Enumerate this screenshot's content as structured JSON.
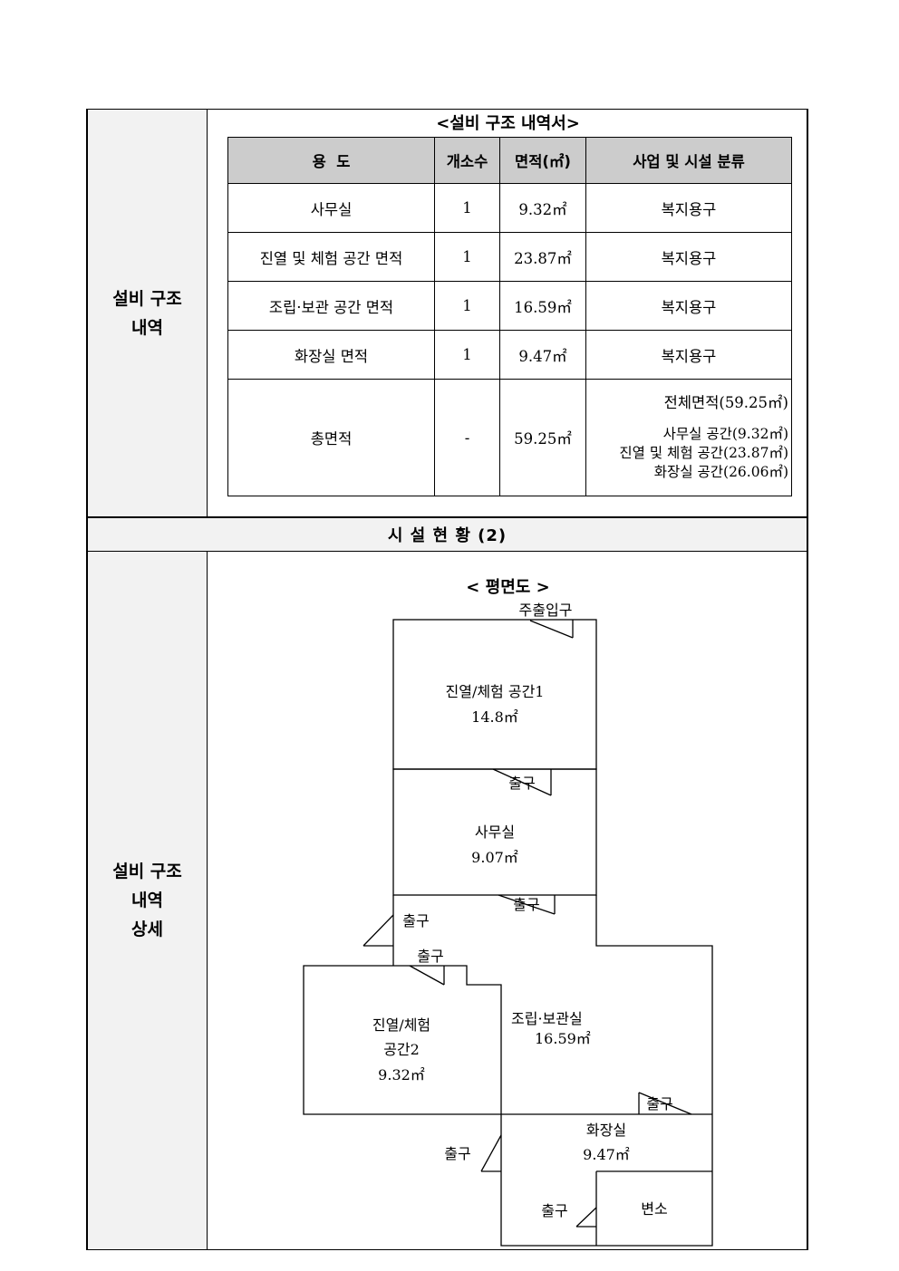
{
  "section1": {
    "side_label_lines": [
      "설비 구조",
      "내역"
    ],
    "title": "<설비 구조 내역서>",
    "table": {
      "headers": [
        "용  도",
        "개소수",
        "면적(㎡)",
        "사업 및 시설 분류"
      ],
      "rows": [
        {
          "use": "사무실",
          "count": "1",
          "area": "9.32㎡",
          "category": "복지용구"
        },
        {
          "use": "진열 및 체험 공간 면적",
          "count": "1",
          "area": "23.87㎡",
          "category": "복지용구"
        },
        {
          "use": "조립·보관 공간 면적",
          "count": "1",
          "area": "16.59㎡",
          "category": "복지용구"
        },
        {
          "use": "화장실 면적",
          "count": "1",
          "area": "9.47㎡",
          "category": "복지용구"
        }
      ],
      "total": {
        "use": "총면적",
        "count": "-",
        "area": "59.25㎡",
        "category_lines": [
          "전체면적(59.25㎡)",
          "사무실 공간(9.32㎡)",
          "진열 및 체험 공간(23.87㎡)",
          "화장실 공간(26.06㎡)"
        ]
      }
    }
  },
  "band": {
    "title": "시 설 현 황 (2)"
  },
  "section2": {
    "side_label_lines": [
      "설비 구조",
      "내역",
      "상세"
    ],
    "floorplan": {
      "title": "< 평면도 >",
      "main_entrance": "주출입구",
      "rooms": {
        "display1": {
          "name": "진열/체험 공간1",
          "area": "14.8㎡"
        },
        "office": {
          "name": "사무실",
          "area": "9.07㎡"
        },
        "display2": {
          "name_line1": "진열/체험",
          "name_line2": "공간2",
          "area": "9.32㎡"
        },
        "assembly": {
          "name": "조립·보관실",
          "area": "16.59㎡"
        },
        "restroom": {
          "name": "화장실",
          "area": "9.47㎡"
        },
        "toilet": {
          "name": "변소"
        }
      },
      "exits": [
        "출구",
        "출구",
        "출구",
        "출구",
        "출구",
        "출구",
        "출구"
      ]
    }
  }
}
